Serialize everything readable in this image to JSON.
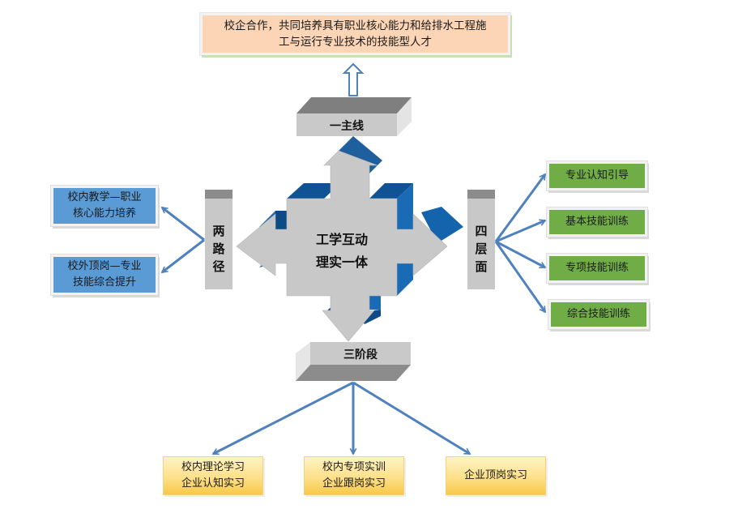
{
  "goal": {
    "line1": "校企合作，共同培养具有职业核心能力和给排水工程施",
    "line2": "工与运行专业技术的技能型人才"
  },
  "main_line": {
    "label": "一主线"
  },
  "center": {
    "line1": "工学互动",
    "line2": "理实一体"
  },
  "two_paths": {
    "label_chars": [
      "两",
      "路",
      "径"
    ],
    "items": [
      {
        "line1": "校内教学—职业",
        "line2": "核心能力培养"
      },
      {
        "line1": "校外顶岗—专业",
        "line2": "技能综合提升"
      }
    ]
  },
  "four_levels": {
    "label_chars": [
      "四",
      "层",
      "面"
    ],
    "items": [
      {
        "label": "专业认知引导"
      },
      {
        "label": "基本技能训练"
      },
      {
        "label": "专项技能训练"
      },
      {
        "label": "综合技能训练"
      }
    ]
  },
  "three_stages": {
    "label": "三阶段",
    "items": [
      {
        "line1": "校内理论学习",
        "line2": "企业认知实习"
      },
      {
        "line1": "校内专项实训",
        "line2": "企业跟岗实习"
      },
      {
        "line1": "企业顶岗实习",
        "line2": ""
      }
    ]
  },
  "colors": {
    "goal_fill": "#fbd5b5",
    "path_fill": "#5b9bd5",
    "level_fill": "#70ad47",
    "stage_fill": "#fde08a",
    "arrow_blue": "#4f81bd",
    "cross_gray": "#c8c8c8",
    "cross_shadow": "#1f5f9e"
  }
}
